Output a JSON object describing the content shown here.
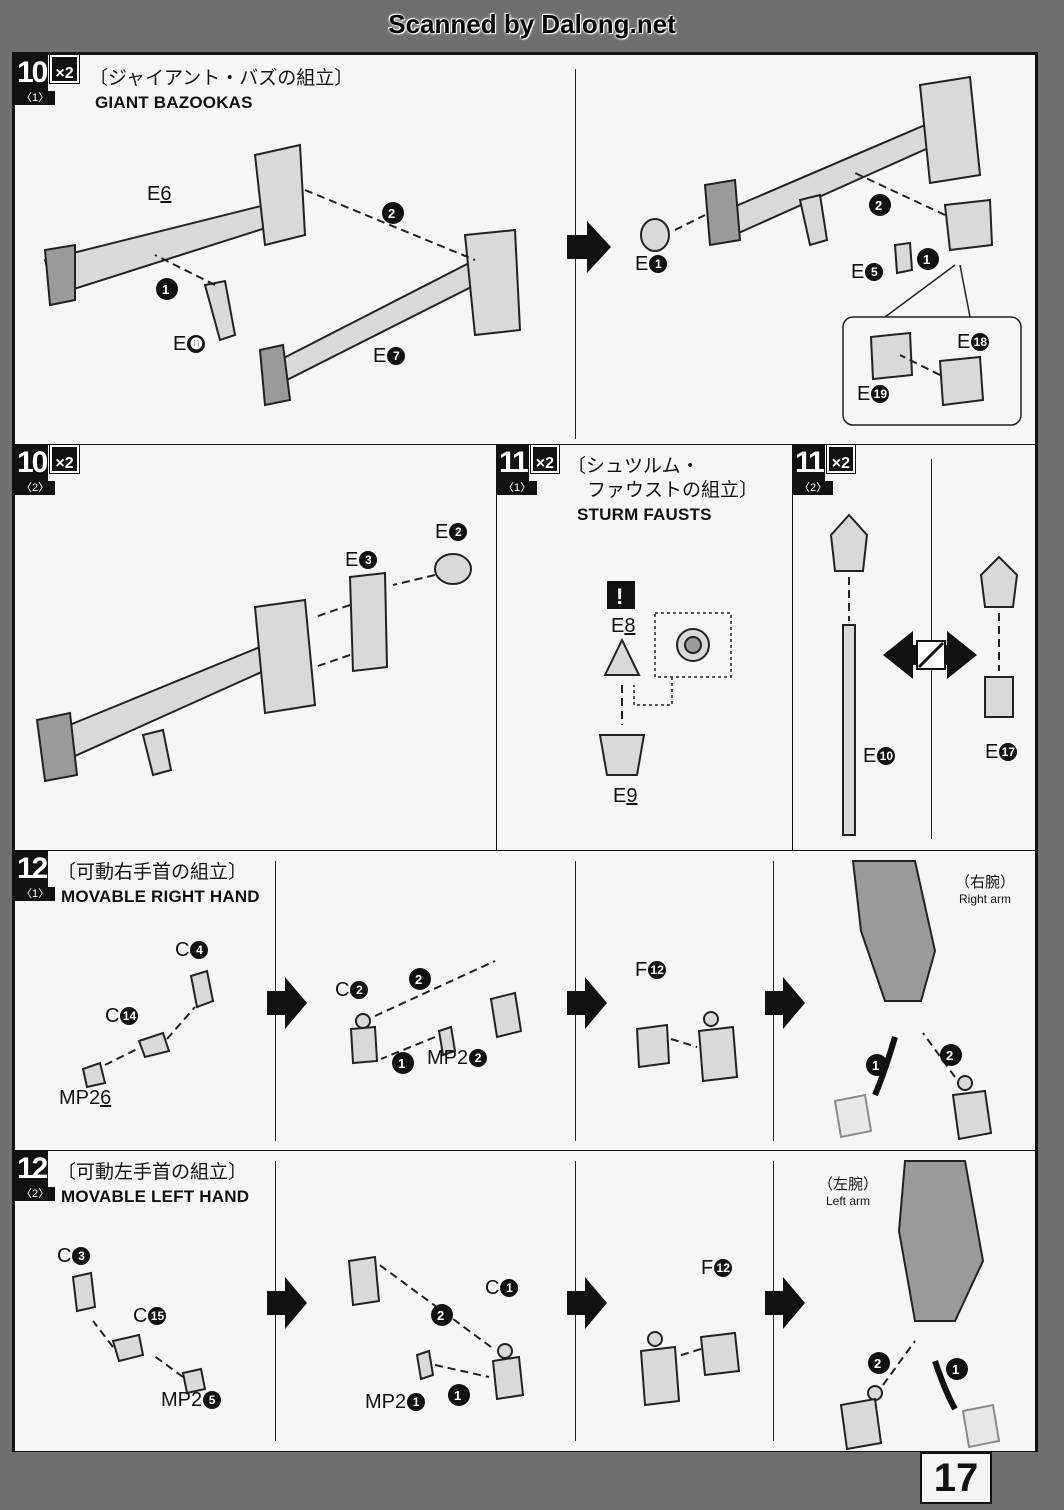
{
  "watermark": "Scanned by Dalong.net",
  "page_number": "17",
  "step10_1": {
    "num": "10",
    "sub": "〈1〉",
    "mult": "×2",
    "title_jp": "〔ジャイアント・バズの組立〕",
    "title_en": "GIANT BAZOOKAS",
    "labels": {
      "e6": "E",
      "e11": "E",
      "e7": "E",
      "e1": "E",
      "e5": "E",
      "e18": "E",
      "e19": "E"
    },
    "nums": {
      "e6": "6",
      "e11": "⓫",
      "e7": "7",
      "e1": "1",
      "e5": "5",
      "e18": "18",
      "e19": "19"
    }
  },
  "step10_2": {
    "num": "10",
    "sub": "〈2〉",
    "mult": "×2",
    "labels": {
      "e2": "E",
      "e3": "E"
    },
    "nums": {
      "e2": "2",
      "e3": "3"
    }
  },
  "step11_1": {
    "num": "11",
    "sub": "〈1〉",
    "mult": "×2",
    "title_jp_1": "〔シュツルム・",
    "title_jp_2": "ファウストの組立〕",
    "title_en": "STURM FAUSTS",
    "labels": {
      "e8": "E",
      "e9": "E"
    },
    "nums": {
      "e8": "8",
      "e9": "9"
    }
  },
  "step11_2": {
    "num": "11",
    "sub": "〈2〉",
    "mult": "×2",
    "labels": {
      "e10": "E",
      "e17": "E"
    },
    "nums": {
      "e10": "10",
      "e17": "17"
    }
  },
  "step12_1": {
    "num": "12",
    "sub": "〈1〉",
    "title_jp": "〔可動右手首の組立〕",
    "title_en": "MOVABLE RIGHT HAND",
    "arm_jp": "（右腕）",
    "arm_en": "Right arm",
    "labels": {
      "c4": "C",
      "c14": "C",
      "mp26": "MP2",
      "c2": "C",
      "mp22": "MP2",
      "f12": "F"
    },
    "nums": {
      "c4": "4",
      "c14": "14",
      "mp26": "6",
      "c2": "2",
      "mp22": "2",
      "f12": "12"
    }
  },
  "step12_2": {
    "num": "12",
    "sub": "〈2〉",
    "title_jp": "〔可動左手首の組立〕",
    "title_en": "MOVABLE LEFT HAND",
    "arm_jp": "（左腕）",
    "arm_en": "Left arm",
    "labels": {
      "c3": "C",
      "c15": "C",
      "mp25": "MP2",
      "c1": "C",
      "mp21": "MP2",
      "f12": "F"
    },
    "nums": {
      "c3": "3",
      "c15": "15",
      "mp25": "5",
      "c1": "1",
      "mp21": "1",
      "f12": "12"
    }
  },
  "icons": [
    "step-arrow-icon",
    "caution-icon",
    "swap-icon",
    "order-circle-icon"
  ]
}
